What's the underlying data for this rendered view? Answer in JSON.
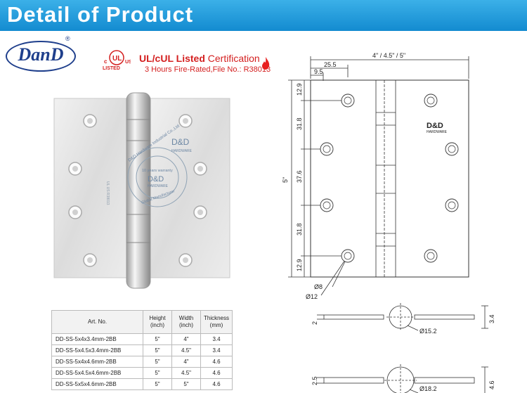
{
  "header": {
    "title": "Detail of Product"
  },
  "logo": {
    "text": "DanD",
    "registered": "®"
  },
  "certification": {
    "ul_listed_mark": "LISTED",
    "ul_text": "UL/cUL Listed",
    "cert_word": "Certification",
    "fire_rating": "3 Hours Fire-Rated,File No.: R38013"
  },
  "photo": {
    "brand": "D&D",
    "brand_sub": "HARDWARE",
    "seal_top": "D&D Hardware Industrial Co.,Ltd",
    "seal_warranty": "10 years warranty",
    "seal_brand": "D&D",
    "seal_sub": "HARDWARE",
    "seal_bottom": "Global Manufacturer",
    "ul_stamp": "UL US R38013"
  },
  "spec_table": {
    "headers": [
      "Art. No.",
      "Height\n(inch)",
      "Width\n(inch)",
      "Thickness\n(mm)"
    ],
    "rows": [
      [
        "DD-SS-5x4x3.4mm-2BB",
        "5\"",
        "4\"",
        "3.4"
      ],
      [
        "DD-SS-5x4.5x3.4mm-2BB",
        "5\"",
        "4.5\"",
        "3.4"
      ],
      [
        "DD-SS-5x4x4.6mm-2BB",
        "5\"",
        "4\"",
        "4.6"
      ],
      [
        "DD-SS-5x4.5x4.6mm-2BB",
        "5\"",
        "4.5\"",
        "4.6"
      ],
      [
        "DD-SS-5x5x4.6mm-2BB",
        "5\"",
        "5\"",
        "4.6"
      ]
    ]
  },
  "drawing": {
    "width_label": "4\" / 4.5\" / 5\"",
    "dim_25_5": "25.5",
    "dim_9_5": "9.5",
    "height_label": "5\"",
    "vertical_dims": [
      "12.9",
      "31.8",
      "37.6",
      "31.8",
      "12.9"
    ],
    "hole_d8": "Ø8",
    "hole_d12": "Ø12",
    "brand": "D&D",
    "brand_sub": "HARDWARE",
    "section1": {
      "knuckle": "Ø15.2",
      "leaf": "2",
      "total": "3.4"
    },
    "section2": {
      "knuckle": "Ø18.2",
      "leaf": "2.5",
      "total": "4.6"
    }
  }
}
